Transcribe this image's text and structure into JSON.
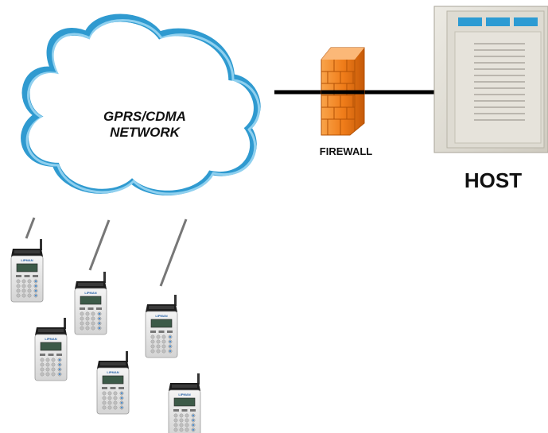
{
  "cloud": {
    "line1": "GPRS/CDMA",
    "line2": "NETWORK"
  },
  "firewall": {
    "label": "FIREWALL"
  },
  "host": {
    "label": "HOST"
  },
  "terminals": {
    "brand": "LIPMAN",
    "count": 6
  },
  "colors": {
    "cloud_outline": "#2f9ad0",
    "firewall_orange": "#f07d1a",
    "host_panel": "#d8d5cc",
    "host_header": "#2c9bd3",
    "link_line": "#000000",
    "radio_line": "#777777"
  }
}
